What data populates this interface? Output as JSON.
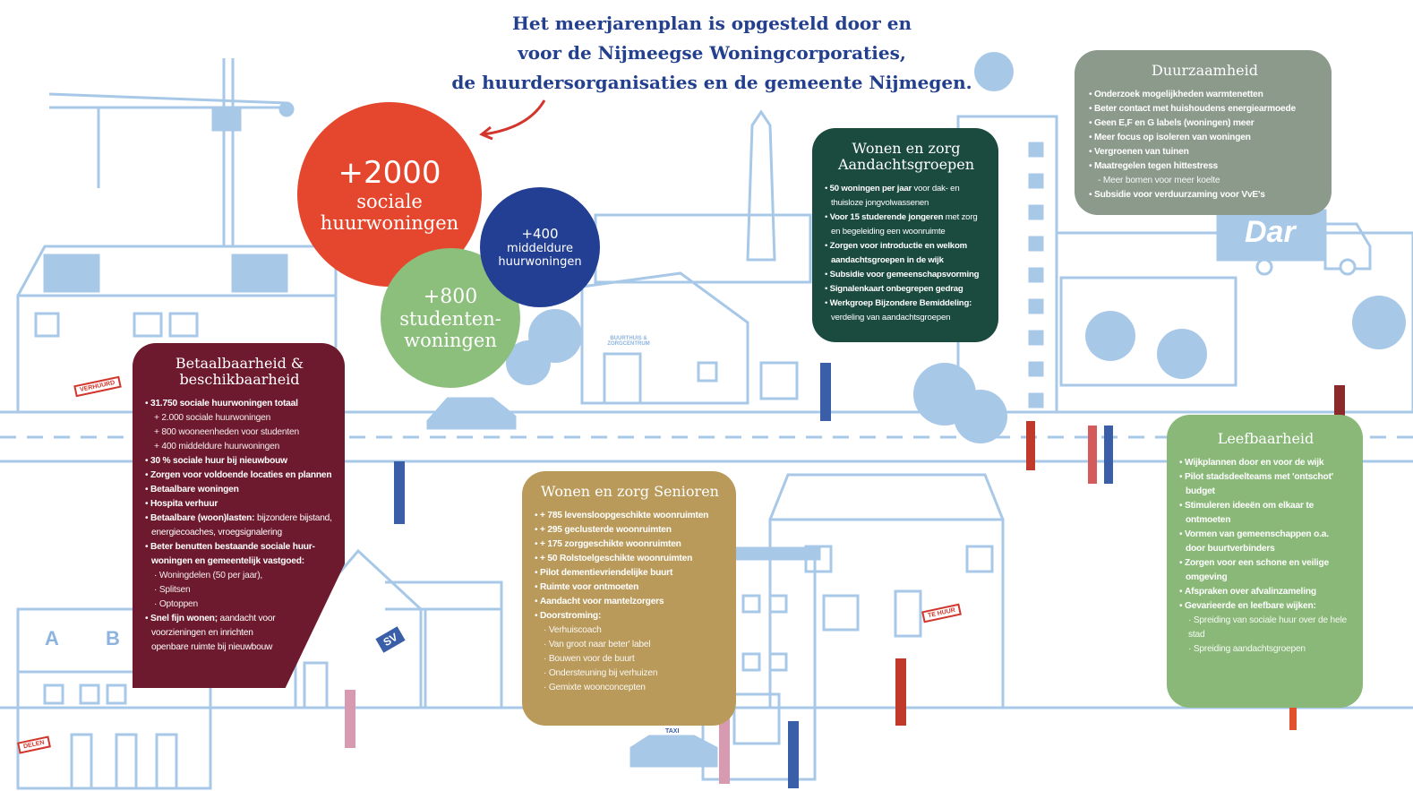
{
  "title_lines": [
    "Het meerjarenplan is opgesteld door en",
    "voor de Nijmeegse Woningcorporaties,",
    "de huurdersorganisaties en de gemeente Nijmegen."
  ],
  "circles": {
    "sociale": {
      "number": "+2000",
      "line1": "sociale",
      "line2": "huurwoningen",
      "color": "#e5472e"
    },
    "middeldure": {
      "number": "+400",
      "line1": "middeldure",
      "line2": "huurwoningen",
      "color": "#233f93"
    },
    "studenten": {
      "number": "+800",
      "line1": "studenten-",
      "line2": "woningen",
      "color": "#8cbf7c"
    }
  },
  "betaalbaarheid": {
    "title": "Betaalbaarheid & beschikbaarheid",
    "color": "#6d1a2e",
    "items": [
      {
        "b": "31.750 sociale huurwoningen totaal",
        "t": ""
      },
      {
        "sub": "+ 2.000 sociale huurwoningen"
      },
      {
        "sub": "+ 800 wooneenheden voor studenten"
      },
      {
        "sub": "+ 400 middeldure huurwoningen"
      },
      {
        "b": "30 % sociale huur bij nieuwbouw",
        "t": ""
      },
      {
        "b": "Zorgen voor voldoende locaties en plannen",
        "t": ""
      },
      {
        "b": "Betaalbare woningen",
        "t": ""
      },
      {
        "b": "Hospita verhuur",
        "t": ""
      },
      {
        "b": "Betaalbare (woon)lasten:",
        "t": " bijzondere bijstand,"
      },
      {
        "cont": "energiecoaches, vroegsignalering"
      },
      {
        "b": "Beter benutten bestaande sociale huur-",
        "t": ""
      },
      {
        "contb": "woningen en gemeentelijk vastgoed:"
      },
      {
        "sub": "· Woningdelen (50 per jaar),"
      },
      {
        "sub": "· Splitsen"
      },
      {
        "sub": "· Optoppen"
      },
      {
        "b": "Snel fijn wonen;",
        "t": " aandacht voor"
      },
      {
        "cont": "voorzieningen en inrichten"
      },
      {
        "cont": "openbare ruimte bij nieuwbouw"
      }
    ]
  },
  "aandachtsgroepen": {
    "title": "Wonen en zorg Aandachtsgroepen",
    "color": "#1b4a3e",
    "items": [
      {
        "b": "50 woningen per jaar",
        "t": " voor dak- en"
      },
      {
        "cont": "thuisloze jongvolwassenen"
      },
      {
        "b": "Voor 15 studerende jongeren",
        "t": " met zorg"
      },
      {
        "cont": "en begeleiding een woonruimte"
      },
      {
        "b": "Zorgen voor introductie en welkom",
        "t": ""
      },
      {
        "contb": "aandachtsgroepen in de wijk"
      },
      {
        "b": "Subsidie voor gemeenschapsvorming",
        "t": ""
      },
      {
        "b": "Signalenkaart onbegrepen gedrag",
        "t": ""
      },
      {
        "b": "Werkgroep Bijzondere Bemiddeling:",
        "t": ""
      },
      {
        "cont": "verdeling van aandachtsgroepen"
      }
    ]
  },
  "duurzaamheid": {
    "title": "Duurzaamheid",
    "color": "#8c9a8c",
    "items": [
      {
        "b": "Onderzoek mogelijkheden warmtenetten",
        "t": ""
      },
      {
        "b": "Beter contact met huishoudens energiearmoede",
        "t": ""
      },
      {
        "b": "Geen E,F en G labels (woningen) meer",
        "t": ""
      },
      {
        "b": "Meer focus op isoleren van woningen",
        "t": ""
      },
      {
        "b": "Vergroenen van tuinen",
        "t": ""
      },
      {
        "b": "Maatregelen tegen hittestress",
        "t": ""
      },
      {
        "sub": "- Meer bomen voor meer koelte"
      },
      {
        "b": "Subsidie voor verduurzaming voor VvE's",
        "t": ""
      }
    ]
  },
  "senioren": {
    "title": "Wonen en zorg Senioren",
    "color": "#b99a5a",
    "items": [
      {
        "b": "+ 785 levensloopgeschikte woonruimten",
        "t": ""
      },
      {
        "b": "+ 295 geclusterde woonruimten",
        "t": ""
      },
      {
        "b": "+ 175 zorggeschikte woonruimten",
        "t": ""
      },
      {
        "b": "+ 50 Rolstoelgeschikte woonruimten",
        "t": ""
      },
      {
        "b": "Pilot dementievriendelijke buurt",
        "t": ""
      },
      {
        "b": "Ruimte voor ontmoeten",
        "t": ""
      },
      {
        "b": "Aandacht voor mantelzorgers",
        "t": ""
      },
      {
        "b": "Doorstroming:",
        "t": ""
      },
      {
        "sub": "· Verhuiscoach"
      },
      {
        "sub": "· Van groot naar beter' label"
      },
      {
        "sub": "· Bouwen voor de buurt"
      },
      {
        "sub": "· Ondersteuning bij verhuizen"
      },
      {
        "sub": "· Gemixte woonconcepten"
      }
    ]
  },
  "leefbaarheid": {
    "title": "Leefbaarheid",
    "color": "#8ab878",
    "items": [
      {
        "b": "Wijkplannen door en voor de wijk",
        "t": ""
      },
      {
        "b": "Pilot stadsdeelteams met 'ontschot'",
        "t": ""
      },
      {
        "contb": "budget"
      },
      {
        "b": "Stimuleren ideeën om elkaar te",
        "t": ""
      },
      {
        "contb": "ontmoeten"
      },
      {
        "b": "Vormen van gemeenschappen o.a.",
        "t": ""
      },
      {
        "contb": "door buurtverbinders"
      },
      {
        "b": "Zorgen voor een schone en veilige",
        "t": ""
      },
      {
        "contb": "omgeving"
      },
      {
        "b": "Afspraken over afvalinzameling",
        "t": ""
      },
      {
        "b": "Gevarieerde en leefbare wijken:",
        "t": ""
      },
      {
        "sub": "· Spreiding van sociale huur over de hele stad"
      },
      {
        "sub": "· Spreiding aandachtsgroepen"
      }
    ]
  },
  "signs": {
    "verhuurd": "VERHUURD",
    "te_huur": "TE HUUR",
    "delen": "DELEN",
    "truck": "Dar",
    "buurthuis": "BUURTHUIS & ZORGCENTRUM",
    "house_a": "A",
    "house_b": "B",
    "flag": "SV",
    "taxi": "TAXI"
  }
}
